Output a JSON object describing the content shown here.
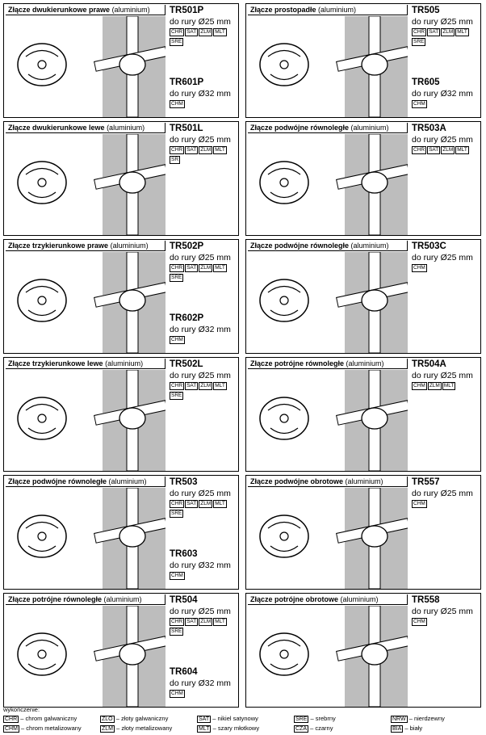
{
  "products": [
    {
      "name": "Złącze dwukierunkowe prawe",
      "material": "(aluminium)",
      "code": "TR501P",
      "pipe": "do rury Ø25 mm",
      "finishes": [
        "CHR",
        "SAT",
        "ZLM",
        "MLT",
        "SRE"
      ],
      "code2": "TR601P",
      "pipe2": "do rury Ø32 mm",
      "finishes2": [
        "CHM"
      ]
    },
    {
      "name": "Złącze prostopadłe",
      "material": "(aluminium)",
      "code": "TR505",
      "pipe": "do rury Ø25 mm",
      "finishes": [
        "CHR",
        "SAT",
        "ZLM",
        "MLT",
        "SRE"
      ],
      "code2": "TR605",
      "pipe2": "do rury Ø32 mm",
      "finishes2": [
        "CHM"
      ]
    },
    {
      "name": "Złącze dwukierunkowe lewe",
      "material": "(aluminium)",
      "code": "TR501L",
      "pipe": "do rury Ø25 mm",
      "finishes": [
        "CHR",
        "SAT",
        "ZLM",
        "MLT",
        "SR"
      ],
      "code2": "",
      "pipe2": "",
      "finishes2": []
    },
    {
      "name": "Złącze podwójne równoległe",
      "material": "(aluminium)",
      "code": "TR503A",
      "pipe": "do rury Ø25 mm",
      "finishes": [
        "CHR",
        "SAT",
        "ZLM",
        "MLT"
      ],
      "code2": "",
      "pipe2": "",
      "finishes2": []
    },
    {
      "name": "Złącze trzykierunkowe prawe",
      "material": "(aluminium)",
      "code": "TR502P",
      "pipe": "do rury Ø25 mm",
      "finishes": [
        "CHR",
        "SAT",
        "ZLM",
        "MLT",
        "SRE"
      ],
      "code2": "TR602P",
      "pipe2": "do rury Ø32 mm",
      "finishes2": [
        "CHM"
      ]
    },
    {
      "name": "Złącze podwójne równoległe",
      "material": "(aluminium)",
      "code": "TR503C",
      "pipe": "do rury Ø25 mm",
      "finishes": [
        "CHM"
      ],
      "code2": "",
      "pipe2": "",
      "finishes2": []
    },
    {
      "name": "Złącze trzykierunkowe lewe",
      "material": "(aluminium)",
      "code": "TR502L",
      "pipe": "do rury Ø25 mm",
      "finishes": [
        "CHR",
        "SAT",
        "ZLM",
        "MLT",
        "SRE"
      ],
      "code2": "",
      "pipe2": "",
      "finishes2": []
    },
    {
      "name": "Złącze potrójne równoległe",
      "material": "(aluminium)",
      "code": "TR504A",
      "pipe": "do rury Ø25 mm",
      "finishes": [
        "CHM",
        "ZLM",
        "MLT"
      ],
      "code2": "",
      "pipe2": "",
      "finishes2": []
    },
    {
      "name": "Złącze podwójne równoległe",
      "material": "(aluminium)",
      "code": "TR503",
      "pipe": "do rury Ø25 mm",
      "finishes": [
        "CHR",
        "SAT",
        "ZLM",
        "MLT",
        "SRE"
      ],
      "code2": "TR603",
      "pipe2": "do rury Ø32 mm",
      "finishes2": [
        "CHM"
      ]
    },
    {
      "name": "Złącze podwójne obrotowe",
      "material": "(aluminium)",
      "code": "TR557",
      "pipe": "do rury Ø25 mm",
      "finishes": [
        "CHM"
      ],
      "code2": "",
      "pipe2": "",
      "finishes2": []
    },
    {
      "name": "Złącze potrójne równoległe",
      "material": "(aluminium)",
      "code": "TR504",
      "pipe": "do rury Ø25 mm",
      "finishes": [
        "CHR",
        "SAT",
        "ZLM",
        "MLT",
        "SRE"
      ],
      "code2": "TR604",
      "pipe2": "do rury Ø32 mm",
      "finishes2": [
        "CHM"
      ]
    },
    {
      "name": "Złącze potrójne obrotowe",
      "material": "(aluminium)",
      "code": "TR558",
      "pipe": "do rury Ø25 mm",
      "finishes": [
        "CHM"
      ],
      "code2": "",
      "pipe2": "",
      "finishes2": []
    }
  ],
  "legend": {
    "heading": "wykończenie:",
    "items": [
      {
        "key": "CHR",
        "label": "– chrom galwaniczny"
      },
      {
        "key": "ZLO",
        "label": "– złoty galwaniczny"
      },
      {
        "key": "SAT",
        "label": "– nikiel satynowy"
      },
      {
        "key": "SRE",
        "label": "– srebrny"
      },
      {
        "key": "NRW",
        "label": "– nierdzewny"
      },
      {
        "key": "CHM",
        "label": "– chrom metalizowany"
      },
      {
        "key": "ZLM",
        "label": "– złoty metalizowany"
      },
      {
        "key": "MLT",
        "label": "– szary młotkowy"
      },
      {
        "key": "CZA",
        "label": "– czarny"
      },
      {
        "key": "BIA",
        "label": "– biały"
      }
    ]
  }
}
